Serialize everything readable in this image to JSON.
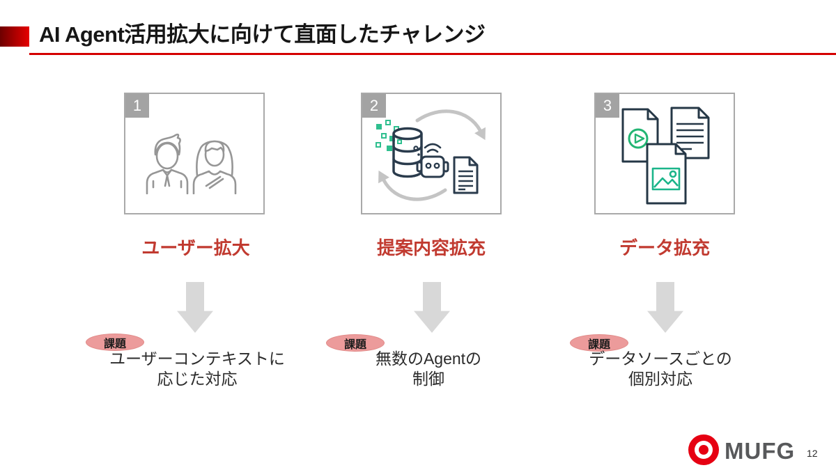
{
  "header": {
    "title": "AI Agent活用拡大に向けて直面したチャレンジ"
  },
  "columns": [
    {
      "number": "1",
      "icon": "people-icon",
      "label": "ユーザー拡大",
      "badge": "課題",
      "issue_line1": "ユーザーコンテキストに",
      "issue_line2": "応じた対応"
    },
    {
      "number": "2",
      "icon": "database-agent-cycle-icon",
      "label": "提案内容拡充",
      "badge": "課題",
      "issue_line1": "無数のAgentの",
      "issue_line2": "制御"
    },
    {
      "number": "3",
      "icon": "documents-icon",
      "label": "データ拡充",
      "badge": "課題",
      "issue_line1": "データソースごとの",
      "issue_line2": "個別対応"
    }
  ],
  "footer": {
    "logo_text": "MUFG",
    "page_number": "12"
  },
  "colors": {
    "accent_red": "#e60000",
    "underline_red": "#d40000",
    "label_red": "#c13a30",
    "badge_pink": "#ec9b9b",
    "box_border_gray": "#a9a9a9",
    "arrow_gray": "#d8d8d8",
    "icon_navy": "#2a3b4c",
    "icon_teal": "#2fbf8f",
    "icon_green": "#27ae60",
    "logo_red": "#e60012",
    "logo_gray": "#58595b"
  }
}
